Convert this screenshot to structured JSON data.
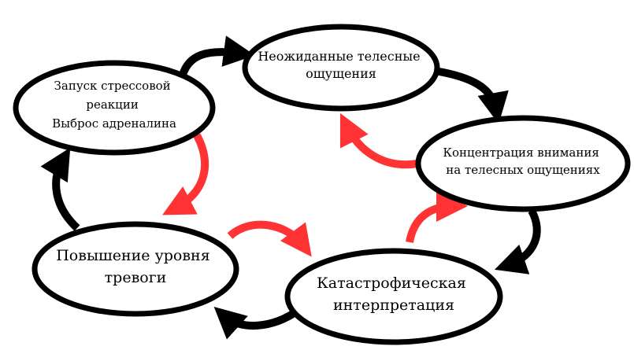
{
  "colors": {
    "background": "#ffffff",
    "node_stroke": "#000000",
    "cycle_arrow": "#000000",
    "feedback_arrow": "#ff3333"
  },
  "nodes": {
    "sensations": {
      "lines": [
        "Неожиданные телесные",
        "ощущения"
      ]
    },
    "attention": {
      "lines": [
        "Концентрация внимания",
        "на телесных ощущениях"
      ]
    },
    "catastrophic": {
      "lines": [
        "Катастрофическая",
        "интерпретация"
      ]
    },
    "anxiety": {
      "lines": [
        "Повышение уровня",
        "тревоги"
      ]
    },
    "stress": {
      "lines": [
        "Запуск стрессовой",
        "реакции",
        "Выброс адреналина"
      ]
    }
  }
}
